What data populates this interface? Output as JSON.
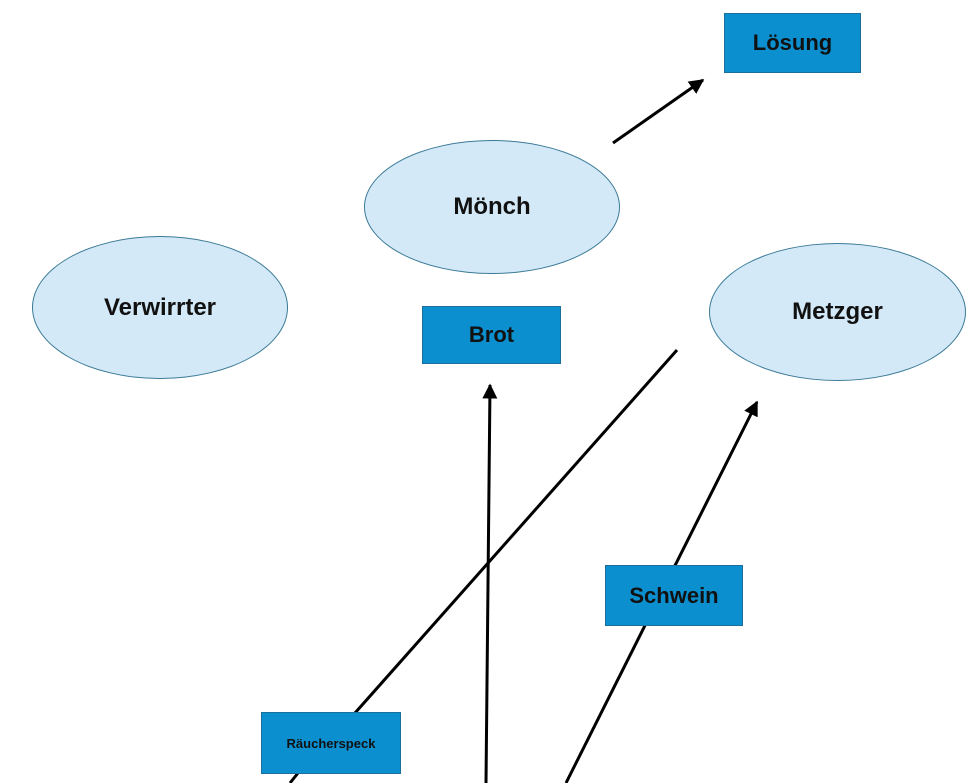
{
  "colors": {
    "ellipse_fill": "#d4e9f7",
    "ellipse_border": "#3b7a97",
    "box_fill": "#0b8fcf",
    "line": "#000000"
  },
  "nodes": {
    "loesung": "Lösung",
    "moench": "Mönch",
    "verwirrter": "Verwirrter",
    "brot": "Brot",
    "metzger": "Metzger",
    "schwein": "Schwein",
    "raeucherspeck": "Räucherspeck"
  }
}
